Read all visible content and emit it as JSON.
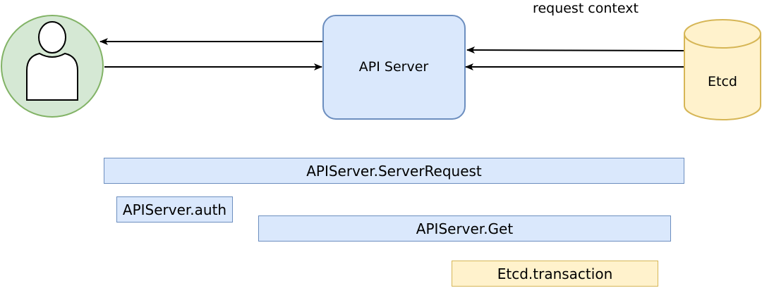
{
  "nodes": {
    "api_server": "API Server",
    "etcd": "Etcd"
  },
  "edge_labels": {
    "request_context": "request context"
  },
  "spans": {
    "server_request": "APIServer.ServerRequest",
    "auth": "APIServer.auth",
    "get": "APIServer.Get",
    "etcd_transaction": "Etcd.transaction"
  },
  "colors": {
    "user_fill": "#d5e8d4",
    "user_stroke": "#82b366",
    "blue_fill": "#dae8fc",
    "blue_stroke": "#6c8ebf",
    "yellow_fill": "#fff2cc",
    "yellow_stroke": "#d6b656"
  },
  "icons": {
    "user": "user-icon",
    "database": "database-icon"
  }
}
